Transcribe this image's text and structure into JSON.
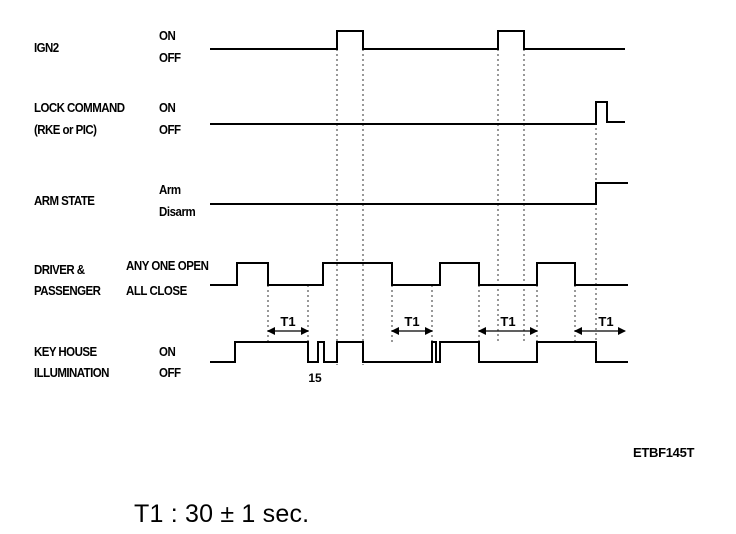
{
  "signals": {
    "ign2": {
      "label": "IGN2",
      "states": [
        "ON",
        "OFF"
      ]
    },
    "lock": {
      "label": [
        "LOCK COMMAND",
        "(RKE or PIC)"
      ],
      "states": [
        "ON",
        "OFF"
      ]
    },
    "arm": {
      "label": "ARM STATE",
      "states": [
        "Arm",
        "Disarm"
      ]
    },
    "door": {
      "label": [
        "DRIVER &",
        "PASSENGER"
      ],
      "states": [
        "ANY ONE OPEN",
        "ALL CLOSE"
      ]
    },
    "key": {
      "label": [
        "KEY HOUSE",
        "ILLUMINATION"
      ],
      "states": [
        "ON",
        "OFF"
      ]
    }
  },
  "intervals": [
    "T1",
    "T1",
    "T1",
    "T1"
  ],
  "marker_15": "15",
  "figure_code": "ETBF145T",
  "note": "T1 : 30 ± 1 sec."
}
